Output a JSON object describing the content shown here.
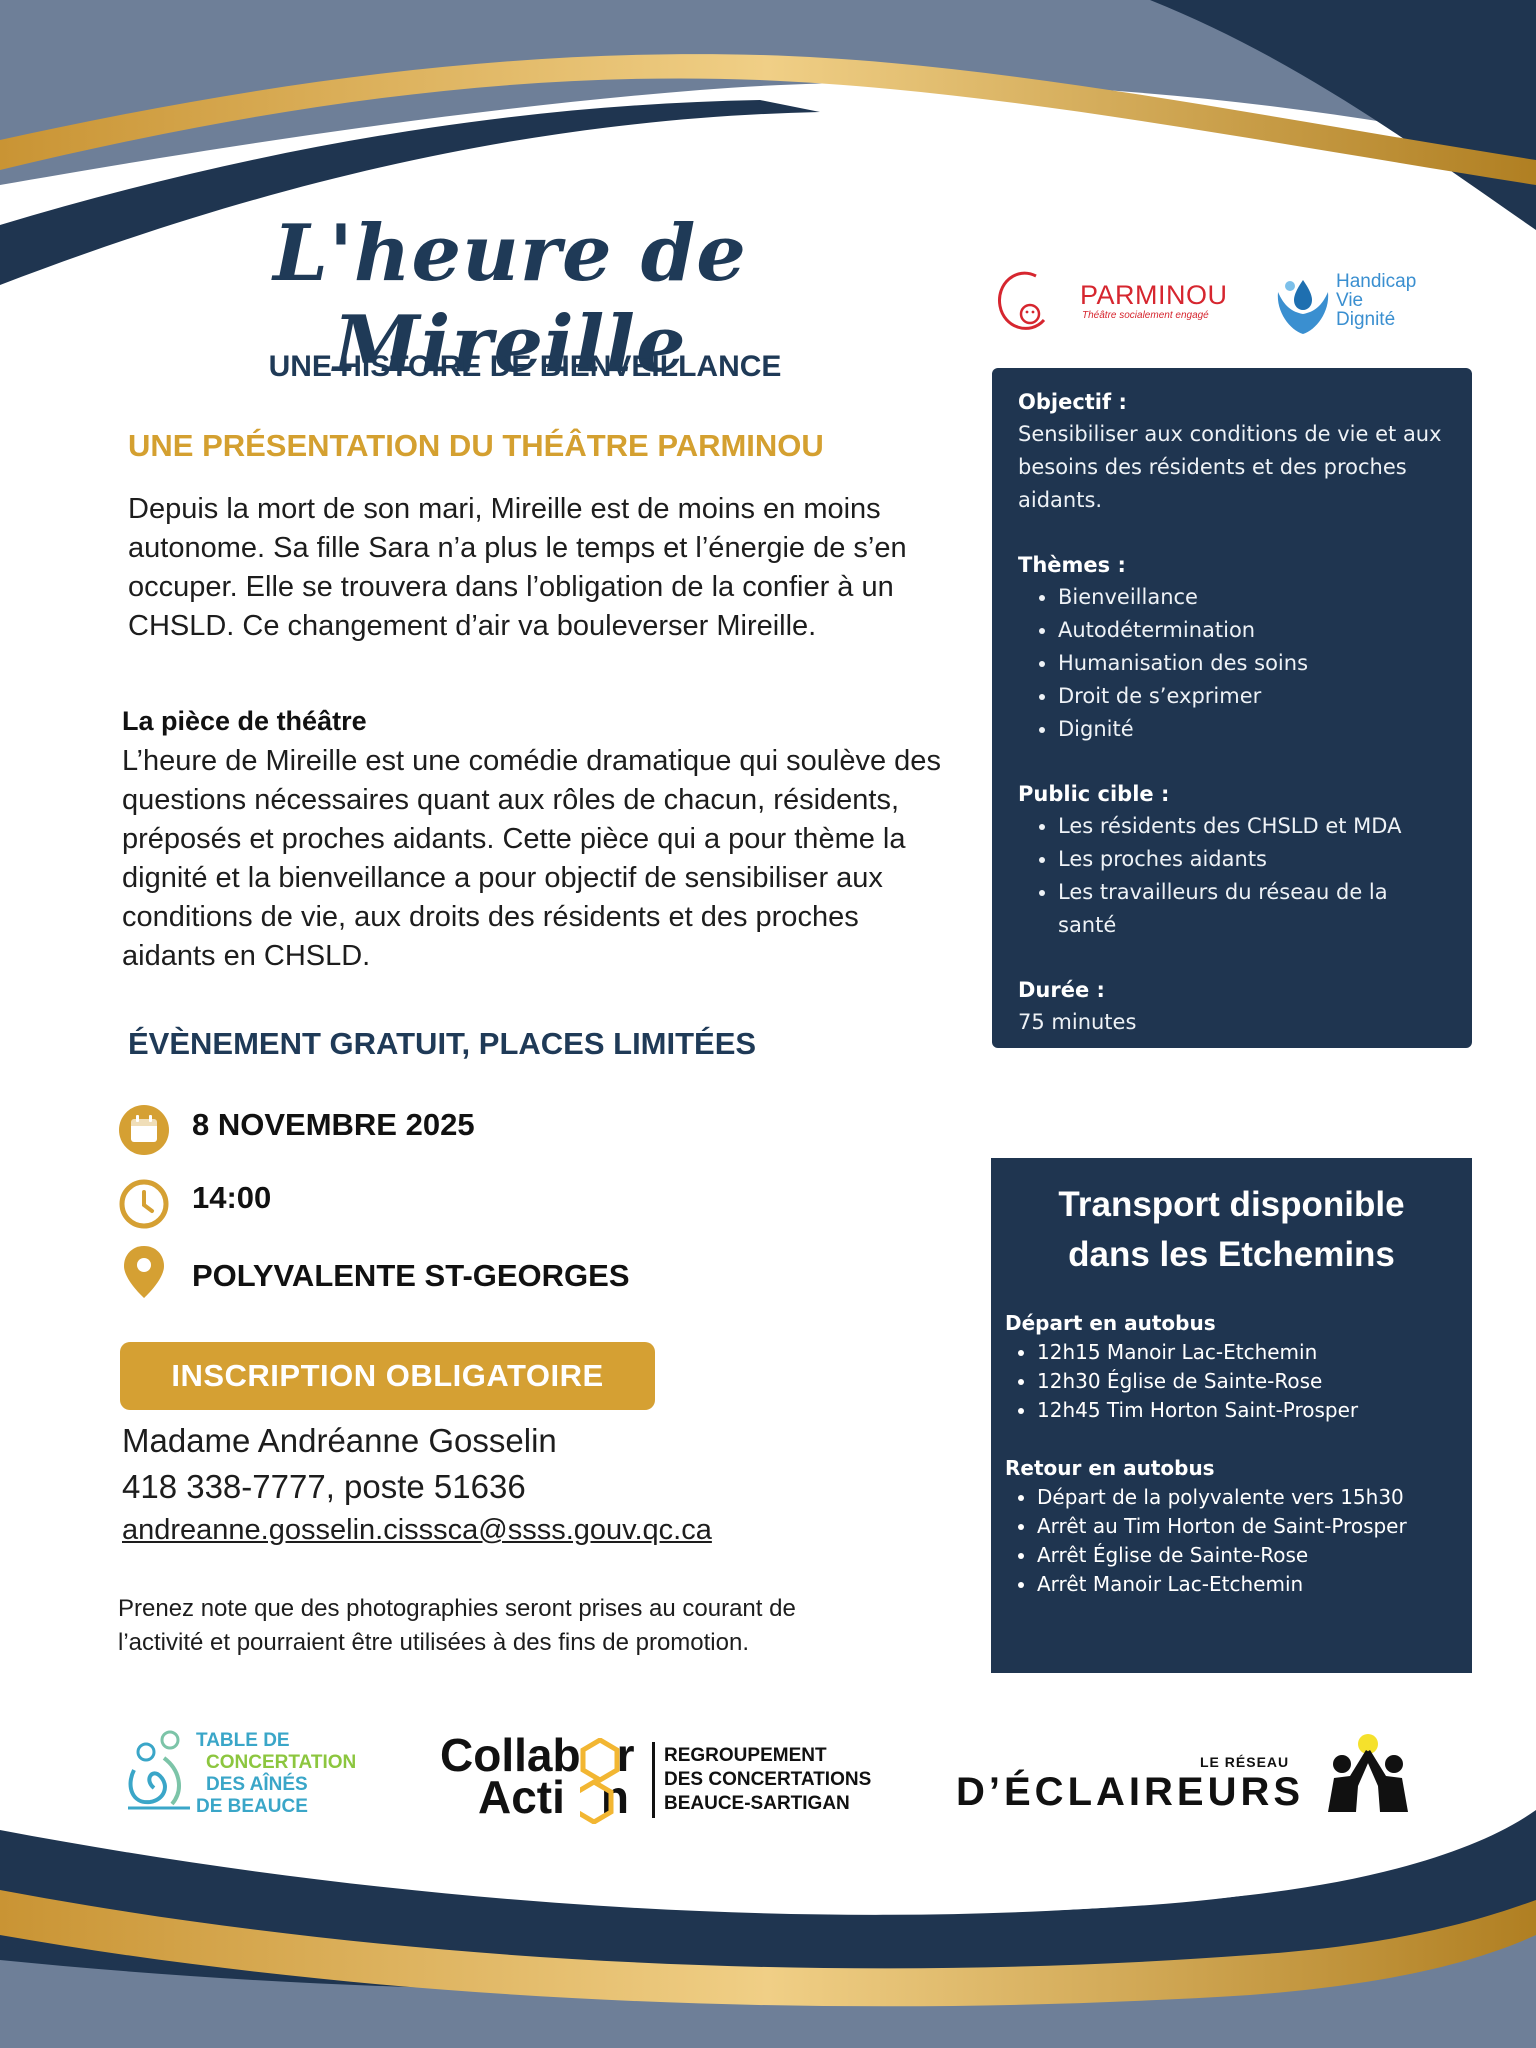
{
  "header": {
    "title": "L'heure de Mireille",
    "subtitle": "UNE HISTOIRE DE BIENVEILLANCE",
    "presentation": "UNE PRÉSENTATION DU THÉÂTRE PARMINOU"
  },
  "intro": "Depuis la mort de son mari, Mireille est de moins en moins autonome. Sa fille Sara n’a plus le temps et l’énergie de s’en occuper. Elle se trouvera dans l’obligation de la confier à un CHSLD. Ce changement d’air va bouleverser Mireille.",
  "piece": {
    "heading": "La pièce de théâtre",
    "text": "L’heure de Mireille est une comédie dramatique qui soulève des questions nécessaires quant aux rôles de chacun, résidents, préposés et proches aidants. Cette pièce qui a pour thème la dignité et la bienveillance a pour objectif de sensibiliser aux conditions de vie, aux droits des résidents et des proches aidants en CHSLD."
  },
  "event": {
    "free": "ÉVÈNEMENT GRATUIT, PLACES LIMITÉES",
    "date": "8 NOVEMBRE 2025",
    "time": "14:00",
    "place": "POLYVALENTE ST-GEORGES",
    "icons": [
      "calendar-icon",
      "clock-icon",
      "location-pin-icon"
    ]
  },
  "registration": {
    "button": "INSCRIPTION OBLIGATOIRE",
    "name": "Madame Andréanne Gosselin",
    "phone": "418 338-7777, poste 51636",
    "email": "andreanne.gosselin.cisssca@ssss.gouv.qc.ca"
  },
  "note": "Prenez note que des photographies seront prises au courant de l’activité et pourraient être utilisées à des fins de promotion.",
  "partners_top": {
    "parminou": "PARMINOU",
    "parminou_tagline": "Théâtre socialement engagé",
    "hvd": [
      "Handicap",
      "Vie",
      "Dignité"
    ]
  },
  "info_card": {
    "objectif_label": "Objectif :",
    "objectif_text": "Sensibiliser aux conditions de vie et aux besoins des résidents et des proches aidants.",
    "themes_label": "Thèmes :",
    "themes": [
      "Bienveillance",
      "Autodétermination",
      "Humanisation des soins",
      "Droit de s’exprimer",
      "Dignité"
    ],
    "public_label": "Public cible :",
    "public": [
      "Les résidents des CHSLD et MDA",
      "Les proches aidants",
      "Les travailleurs du réseau de la santé"
    ],
    "duree_label": "Durée :",
    "duree_text": "75 minutes"
  },
  "transport_card": {
    "title_line1": "Transport disponible",
    "title_line2": "dans les Etchemins",
    "depart_label": "Départ en autobus",
    "depart": [
      "12h15 Manoir Lac-Etchemin",
      "12h30 Église de Sainte-Rose",
      "12h45 Tim Horton Saint-Prosper"
    ],
    "retour_label": "Retour en autobus",
    "retour": [
      "Départ de la polyvalente vers 15h30",
      "Arrêt au Tim Horton de Saint-Prosper",
      "Arrêt Église de Sainte-Rose",
      "Arrêt Manoir Lac-Etchemin"
    ]
  },
  "partners_bottom": {
    "table": [
      "TABLE DE",
      "CONCERTATION",
      "DES AÎNÉS",
      "DE BEAUCE"
    ],
    "collab_line1": "Collab",
    "collab_r": "r",
    "collab_line2a": "Acti",
    "collab_line2b": "n",
    "regroupement": [
      "REGROUPEMENT",
      "DES CONCERTATIONS",
      "BEAUCE-SARTIGAN"
    ],
    "eclaireurs_small": "LE RÉSEAU",
    "eclaireurs_big": "D’ÉCLAIREURS"
  },
  "colors": {
    "navy": "#1f3550",
    "gold": "#d5a033",
    "slate": "#6e7f98",
    "parminou_red": "#d6262f",
    "hvd_blue": "#3a8fd0"
  }
}
